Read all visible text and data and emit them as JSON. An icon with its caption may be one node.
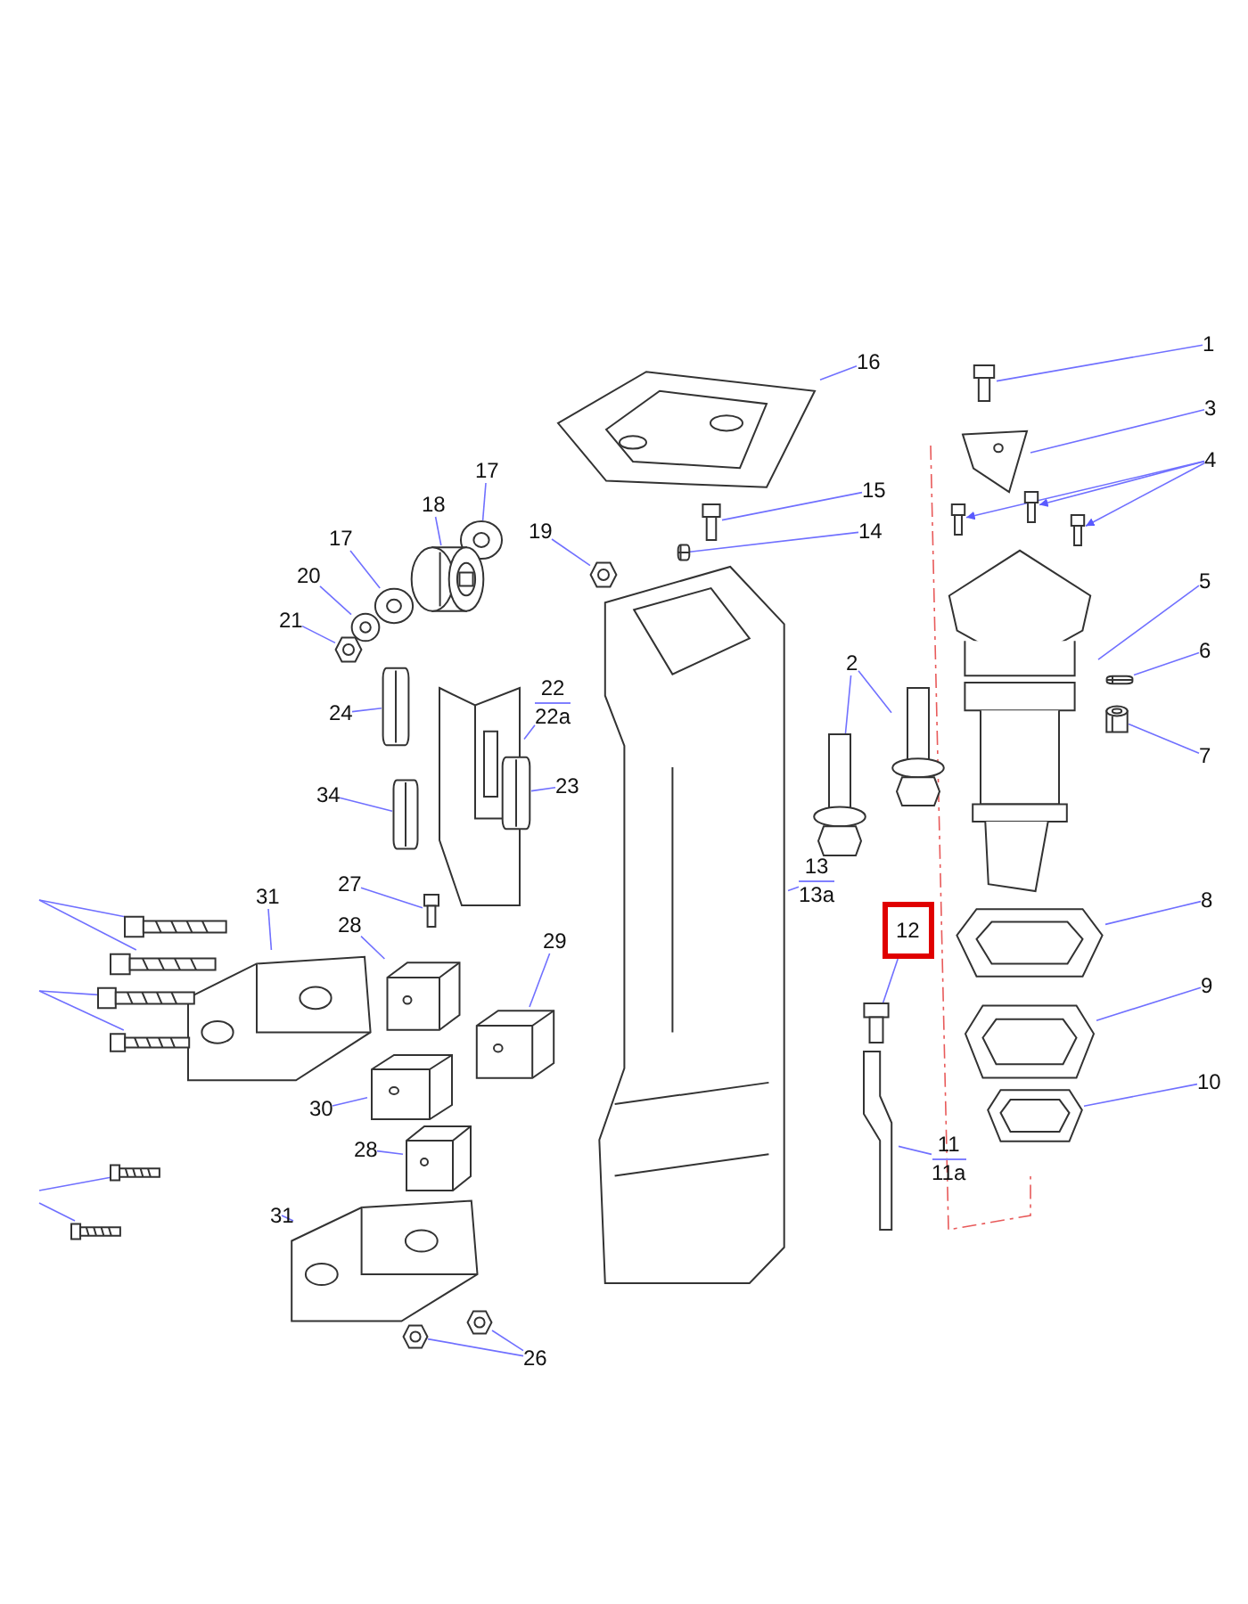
{
  "diagram": {
    "nodes": [
      {
        "text": [
          "1"
        ]
      },
      {
        "text": [],
        "shape": "picture"
      },
      {
        "text": [
          "3"
        ]
      },
      {
        "text": [],
        "shape": "picture"
      },
      {
        "text": [
          "4"
        ]
      },
      {
        "text": [],
        "shape": "picture"
      },
      {
        "text": [],
        "shape": "picture"
      },
      {
        "text": [],
        "shape": "picture"
      },
      {
        "text": [
          "16"
        ]
      },
      {
        "text": [],
        "shape": "picture"
      },
      {
        "text": [
          "17"
        ]
      },
      {
        "text": [],
        "shape": "picture"
      },
      {
        "text": [
          "18"
        ]
      },
      {
        "text": [],
        "shape": "picture"
      },
      {
        "text": [
          "17"
        ]
      },
      {
        "text": [],
        "shape": "picture"
      },
      {
        "text": [
          "20"
        ]
      },
      {
        "text": [],
        "shape": "picture"
      },
      {
        "text": [
          "21"
        ]
      },
      {
        "text": [],
        "shape": "picture"
      },
      {
        "text": [
          "19"
        ]
      },
      {
        "text": [],
        "shape": "picture"
      },
      {
        "text": [
          "15"
        ]
      },
      {
        "text": [],
        "shape": "picture"
      },
      {
        "text": [
          "14"
        ]
      },
      {
        "text": [],
        "shape": "picture"
      },
      {
        "text": [
          "5"
        ]
      },
      {
        "text": [],
        "shape": "picture"
      },
      {
        "text": [
          "6"
        ]
      },
      {
        "text": [],
        "shape": "picture"
      },
      {
        "text": [
          "7"
        ]
      },
      {
        "text": [],
        "shape": "picture"
      },
      {
        "text": [
          "22",
          "22a"
        ]
      },
      {
        "text": [],
        "shape": "picture"
      },
      {
        "text": [
          "24"
        ]
      },
      {
        "text": [],
        "shape": "picture"
      },
      {
        "text": [
          "23"
        ]
      },
      {
        "text": [],
        "shape": "picture"
      },
      {
        "text": [
          "34"
        ]
      },
      {
        "text": [],
        "shape": "picture"
      },
      {
        "text": [
          "2"
        ]
      },
      {
        "text": [],
        "shape": "picture"
      },
      {
        "text": [],
        "shape": "picture"
      },
      {
        "text": [
          "13",
          "13a"
        ]
      },
      {
        "text": [],
        "shape": "picture"
      },
      {
        "text": [
          "31"
        ]
      },
      {
        "text": [],
        "shape": "picture"
      },
      {
        "text": [
          "27"
        ]
      },
      {
        "text": [],
        "shape": "picture"
      },
      {
        "text": [
          "28"
        ]
      },
      {
        "text": [],
        "shape": "picture"
      },
      {
        "text": [
          "29"
        ]
      },
      {
        "text": [],
        "shape": "picture"
      },
      {
        "text": [
          "12"
        ]
      },
      {
        "text": [],
        "shape": "picture"
      },
      {
        "text": [
          "8"
        ]
      },
      {
        "text": [],
        "shape": "picture"
      },
      {
        "text": [
          "9"
        ]
      },
      {
        "text": [],
        "shape": "picture"
      },
      {
        "text": [
          "10"
        ]
      },
      {
        "text": [],
        "shape": "picture"
      },
      {
        "text": [
          "30"
        ]
      },
      {
        "text": [],
        "shape": "picture"
      },
      {
        "text": [
          "28"
        ]
      },
      {
        "text": [],
        "shape": "picture"
      },
      {
        "text": [
          "11",
          "11a"
        ]
      },
      {
        "text": [],
        "shape": "picture"
      },
      {
        "text": [
          "31"
        ]
      },
      {
        "text": [],
        "shape": "picture"
      },
      {
        "text": [
          "26"
        ]
      },
      {
        "text": [],
        "shape": "picture"
      },
      {
        "text": [],
        "shape": "picture"
      },
      {
        "text": [],
        "shape": "picture"
      },
      {
        "text": [],
        "shape": "picture"
      },
      {
        "text": [],
        "shape": "picture"
      },
      {
        "text": [],
        "shape": "picture"
      },
      {
        "text": [],
        "shape": "picture"
      },
      {
        "text": [],
        "shape": "picture"
      }
    ],
    "edges": [
      {
        "from": 0,
        "to": 1,
        "arrow": "none"
      },
      {
        "from": 2,
        "to": 3,
        "arrow": "none"
      },
      {
        "from": 4,
        "to": 5,
        "arrow": "to"
      },
      {
        "from": 4,
        "to": 6,
        "arrow": "to"
      },
      {
        "from": 4,
        "to": 7,
        "arrow": "to"
      },
      {
        "from": 8,
        "to": 9,
        "arrow": "none"
      },
      {
        "from": 10,
        "to": 11,
        "arrow": "none"
      },
      {
        "from": 12,
        "to": 13,
        "arrow": "none"
      },
      {
        "from": 14,
        "to": 15,
        "arrow": "none"
      },
      {
        "from": 16,
        "to": 17,
        "arrow": "none"
      },
      {
        "from": 18,
        "to": 19,
        "arrow": "none"
      },
      {
        "from": 20,
        "to": 21,
        "arrow": "none"
      },
      {
        "from": 22,
        "to": 23,
        "arrow": "none"
      },
      {
        "from": 24,
        "to": 25,
        "arrow": "none"
      },
      {
        "from": 26,
        "to": 27,
        "arrow": "none"
      },
      {
        "from": 28,
        "to": 29,
        "arrow": "none"
      },
      {
        "from": 30,
        "to": 31,
        "arrow": "none"
      },
      {
        "from": 32,
        "to": 33,
        "arrow": "none"
      },
      {
        "from": 34,
        "to": 35,
        "arrow": "none"
      },
      {
        "from": 36,
        "to": 37,
        "arrow": "none"
      },
      {
        "from": 38,
        "to": 39,
        "arrow": "none"
      },
      {
        "from": 40,
        "to": 41,
        "arrow": "none"
      },
      {
        "from": 40,
        "to": 42,
        "arrow": "none"
      },
      {
        "from": 43,
        "to": 44,
        "arrow": "none"
      },
      {
        "from": 45,
        "to": 46,
        "arrow": "none"
      },
      {
        "from": 47,
        "to": 48,
        "arrow": "none"
      },
      {
        "from": 49,
        "to": 50,
        "arrow": "none"
      },
      {
        "from": 51,
        "to": 52,
        "arrow": "none"
      },
      {
        "from": 53,
        "to": 54,
        "arrow": "none"
      },
      {
        "from": 55,
        "to": 56,
        "arrow": "none"
      },
      {
        "from": 57,
        "to": 58,
        "arrow": "none"
      },
      {
        "from": 59,
        "to": 60,
        "arrow": "none"
      },
      {
        "from": 61,
        "to": 62,
        "arrow": "none"
      },
      {
        "from": 63,
        "to": 64,
        "arrow": "none"
      },
      {
        "from": 65,
        "to": 66,
        "arrow": "none"
      },
      {
        "from": 67,
        "to": 68,
        "arrow": "none"
      },
      {
        "from": 69,
        "to": 70,
        "arrow": "none"
      },
      {
        "from": 69,
        "to": 71,
        "arrow": "none"
      },
      {
        "from": null,
        "to": 72,
        "arrow": "none"
      },
      {
        "from": null,
        "to": 73,
        "arrow": "none"
      },
      {
        "from": null,
        "to": 74,
        "arrow": "none"
      },
      {
        "from": null,
        "to": 75,
        "arrow": "none"
      },
      {
        "from": null,
        "to": 76,
        "arrow": "none"
      },
      {
        "from": null,
        "to": 77,
        "arrow": "none"
      }
    ]
  }
}
